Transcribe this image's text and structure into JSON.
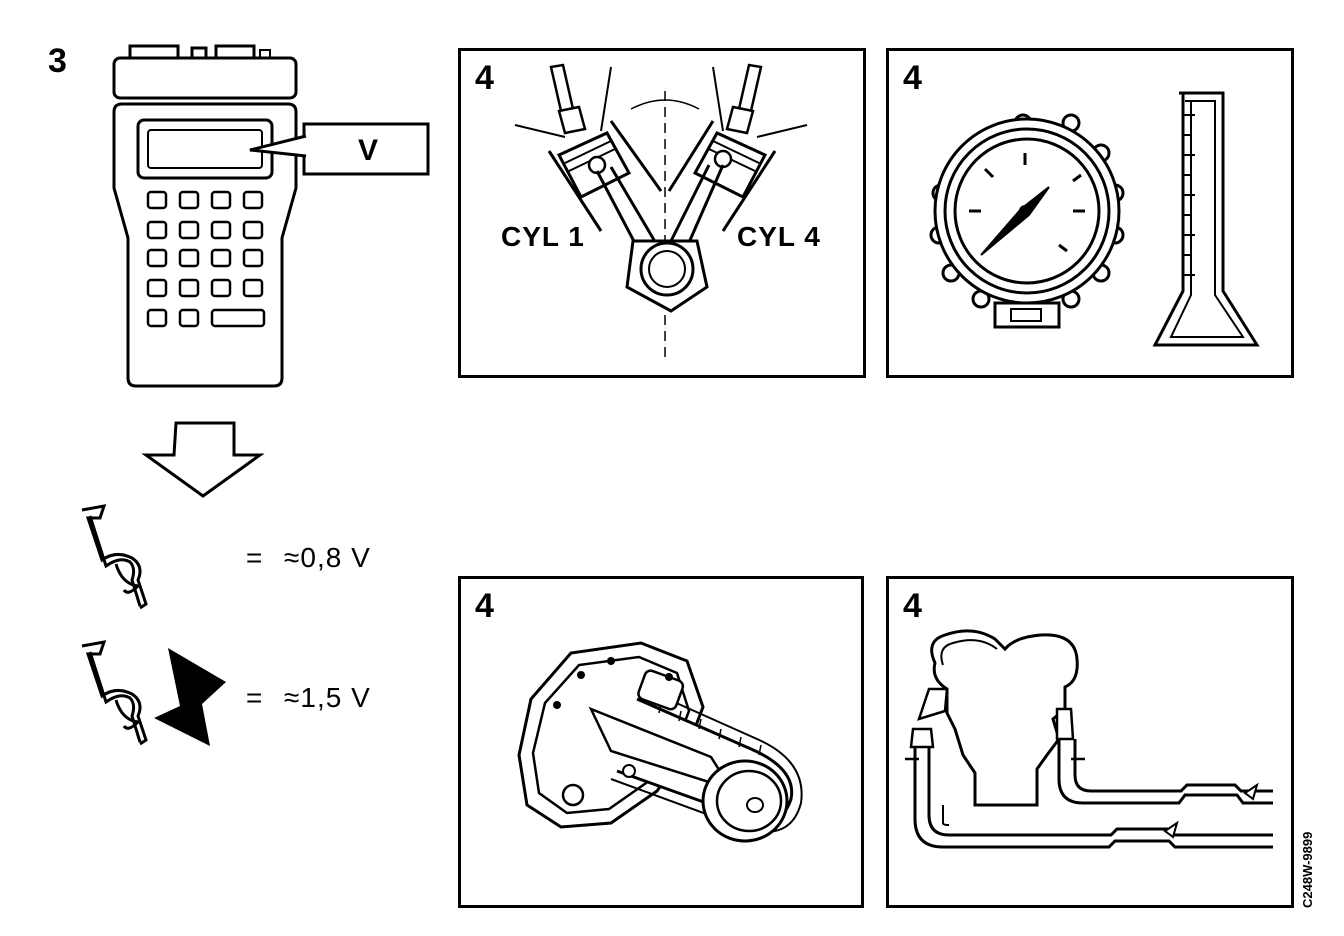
{
  "left": {
    "step_number": "3",
    "tester_display_label": "V",
    "readings": [
      {
        "label": "=",
        "value": "≈0,8 V"
      },
      {
        "label": "=",
        "value": "≈1,5 V"
      }
    ]
  },
  "panels": [
    {
      "number": "4",
      "labels": [
        "CYL 1",
        "CYL 4"
      ]
    },
    {
      "number": "4"
    },
    {
      "number": "4"
    },
    {
      "number": "4"
    }
  ],
  "figure_code": "C248W-9899",
  "colors": {
    "ink": "#000000",
    "paper": "#ffffff"
  }
}
